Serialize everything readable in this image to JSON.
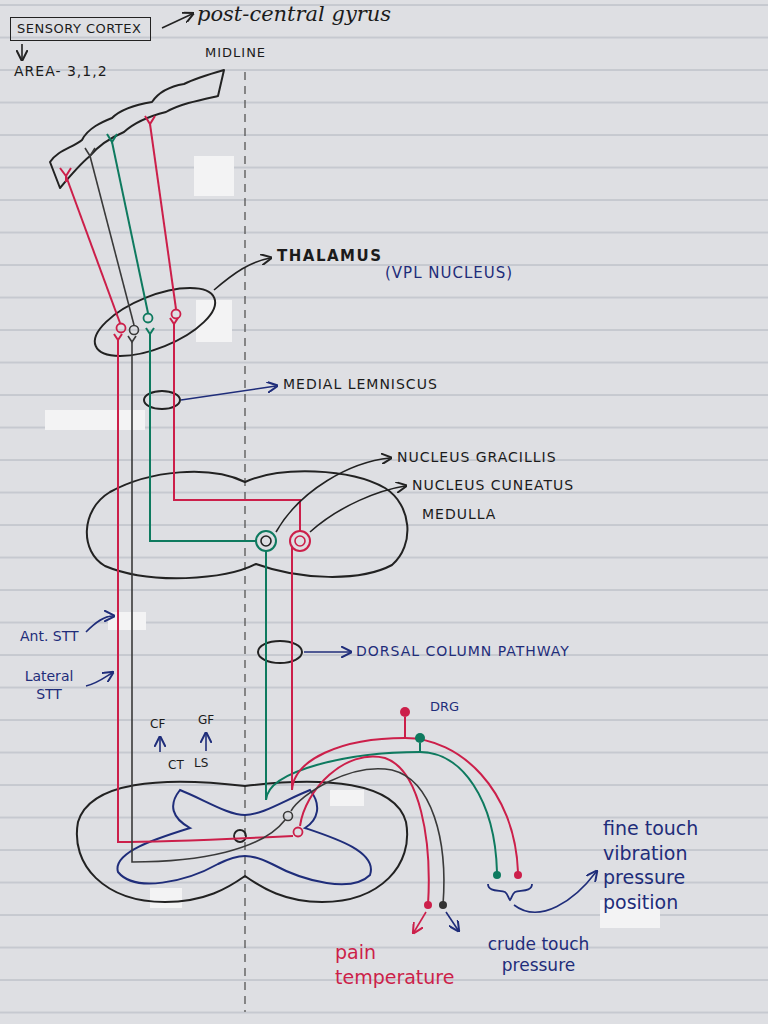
{
  "diagram": {
    "nodes": [
      {
        "text": [
          "SENSORY CORTEX"
        ]
      }
    ],
    "labels": [
      "post-central gyrus",
      "AREA- 3,1,2",
      "MIDLINE",
      "THALAMUS",
      "(VPL NUCLEUS)",
      "MEDIAL LEMNISCUS",
      "NUCLEUS GRACILLIS",
      "NUCLEUS CUNEATUS",
      "MEDULLA",
      "Ant. STT",
      "DORSAL COLUMN PATHWAY",
      "Lateral STT",
      "DRG",
      "CF",
      "GF",
      "CT",
      "LS",
      "fine touch vibration pressure position",
      "pain temperature",
      "crude touch pressure"
    ]
  }
}
